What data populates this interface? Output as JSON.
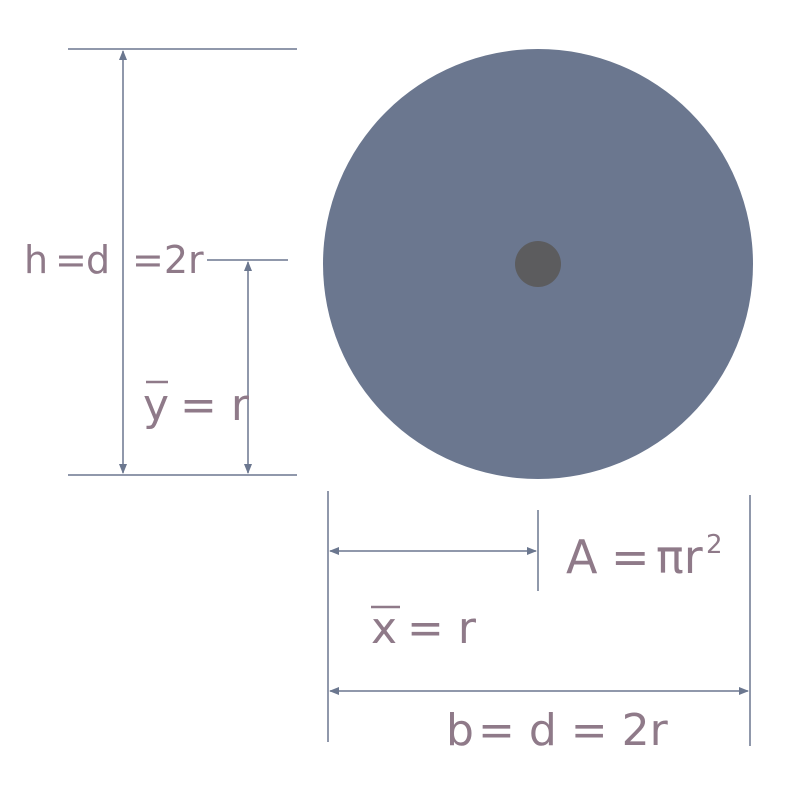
{
  "labels": {
    "height_h": "h",
    "height_eq1": "=",
    "height_d": "d",
    "height_eq2_2r": "=2r",
    "ybar_y": "y",
    "ybar_eq_r": "= r",
    "area_A": "A",
    "area_eq": "=",
    "area_pi_r": "πr",
    "area_exp": "2",
    "xbar_x": "x",
    "xbar_eq_r": "= r",
    "base_b": "b",
    "base_eq_d_eq_2r": "= d = 2r"
  },
  "colors": {
    "circle_fill": "#6b778f",
    "centroid_dot": "#5c5c5e",
    "dimension_lines": "#6b778f",
    "label_text": "#8f7a89"
  }
}
